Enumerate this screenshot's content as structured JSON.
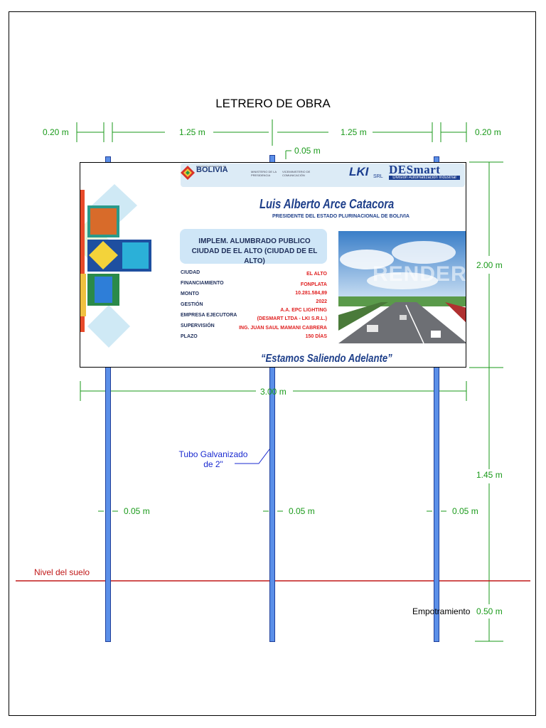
{
  "title": "LETRERO DE OBRA",
  "dimensions": {
    "left_margin": "0.20 m",
    "left_span": "1.25 m",
    "right_span": "1.25 m",
    "right_margin": "0.20 m",
    "post_offset": "0.05 m",
    "board_height": "2.00 m",
    "board_width": "3.00 m",
    "post_above_ground": "1.45 m",
    "embed_depth": "0.50 m",
    "post_width_left": "0.05 m",
    "post_width_center": "0.05 m",
    "post_width_right": "0.05 m"
  },
  "labels": {
    "tube": "Tubo Galvanizado de 2\"",
    "ground": "Nivel del suelo",
    "embed": "Empotramiento"
  },
  "board": {
    "gov_brand": "BOLIVIA",
    "gov_ministry": "MINISTERIO DE LA PRESIDENCIA",
    "gov_vice": "VICEMINISTERIO DE COMUNICACIÓN",
    "lki": "LKI",
    "lki_srl": "SRL",
    "desmart": "DESmart",
    "desmart_division": "División Automatización Industrial",
    "president_name": "Luis Alberto Arce Catacora",
    "president_title": "PRESIDENTE DEL ESTADO PLURINACIONAL DE BOLIVIA",
    "project": "IMPLEM. ALUMBRADO PUBLICO CIUDAD DE EL ALTO (CIUDAD DE EL ALTO)",
    "fields": [
      {
        "label": "CIUDAD",
        "value": "EL ALTO"
      },
      {
        "label": "FINANCIAMIENTO",
        "value": "FONPLATA"
      },
      {
        "label": "MONTO",
        "value": "10.281.584,89"
      },
      {
        "label": "GESTIÓN",
        "value": "2022"
      },
      {
        "label": "EMPRESA EJECUTORA",
        "value": "A.A. EPC LIGHTING"
      },
      {
        "label": "",
        "value": "(DESMART LTDA - LKI S.R.L.)"
      },
      {
        "label": "SUPERVISIÓN",
        "value": "ING. JUAN SAUL MAMANI CABRERA"
      },
      {
        "label": "PLAZO",
        "value": "150 DÍAS"
      }
    ],
    "render_watermark": "RENDER",
    "slogan": "“Estamos Saliendo Adelante”"
  },
  "colors": {
    "dimension": "#1a9a1a",
    "post_fill": "#5b8fe8",
    "ground_line": "#c01818",
    "tube_label": "#1a2ad0",
    "board_text": "#1e3f8a",
    "field_value": "#e02020"
  }
}
